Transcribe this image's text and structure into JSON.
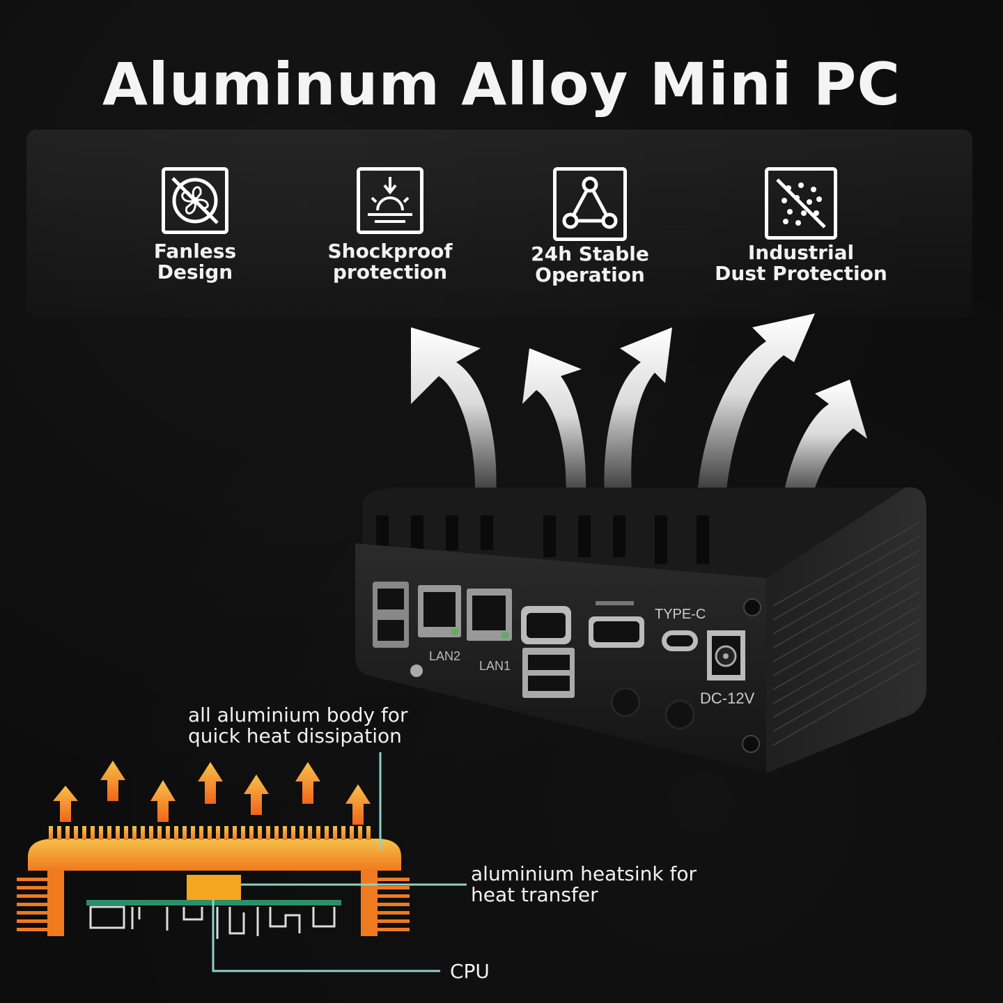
{
  "title": "Aluminum Alloy Mini PC",
  "features": [
    {
      "line1": "Fanless",
      "line2": "Design",
      "icon": "fan-off-icon"
    },
    {
      "line1": "Shockproof",
      "line2": "protection",
      "icon": "shockproof-icon"
    },
    {
      "line1": "24h Stable",
      "line2": "Operation",
      "icon": "triangle-stable-icon"
    },
    {
      "line1": "Industrial",
      "line2": "Dust Protection",
      "icon": "dust-protection-icon"
    }
  ],
  "device": {
    "port_labels": {
      "lan2": "LAN2",
      "lan1": "LAN1",
      "typec": "TYPE-C",
      "dc": "DC-12V"
    }
  },
  "callouts": {
    "body": [
      "all aluminium body for",
      "quick heat dissipation"
    ],
    "heatsink": [
      "aluminium heatsink for",
      "heat transfer"
    ],
    "cpu": "CPU"
  },
  "colors": {
    "background": "#0d0d0d",
    "heat_orange": "#f5a623",
    "heat_yellow": "#f2c14e",
    "teal_line": "#8ed1c6",
    "pcb_green": "#2a8f6a"
  }
}
